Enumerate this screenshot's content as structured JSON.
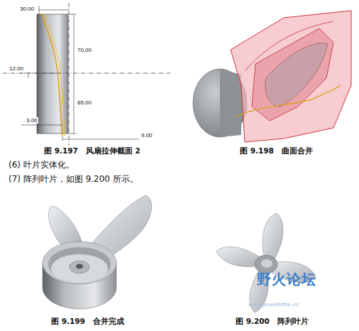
{
  "diagram": {
    "labels": [
      "30.00",
      "70.00",
      "12.00",
      "65.00",
      "3.00",
      "9.00",
      "图 9.197　风扇拉伸截面 2",
      "图 9.198　曲面合并",
      "(6) 叶片实体化。",
      "(7) 阵列叶片，如图 9.200 所示。",
      "图 9.199　合并完成",
      "图 9.200　阵列叶片",
      "野火论坛",
      "www.proewildfire.cn"
    ]
  }
}
